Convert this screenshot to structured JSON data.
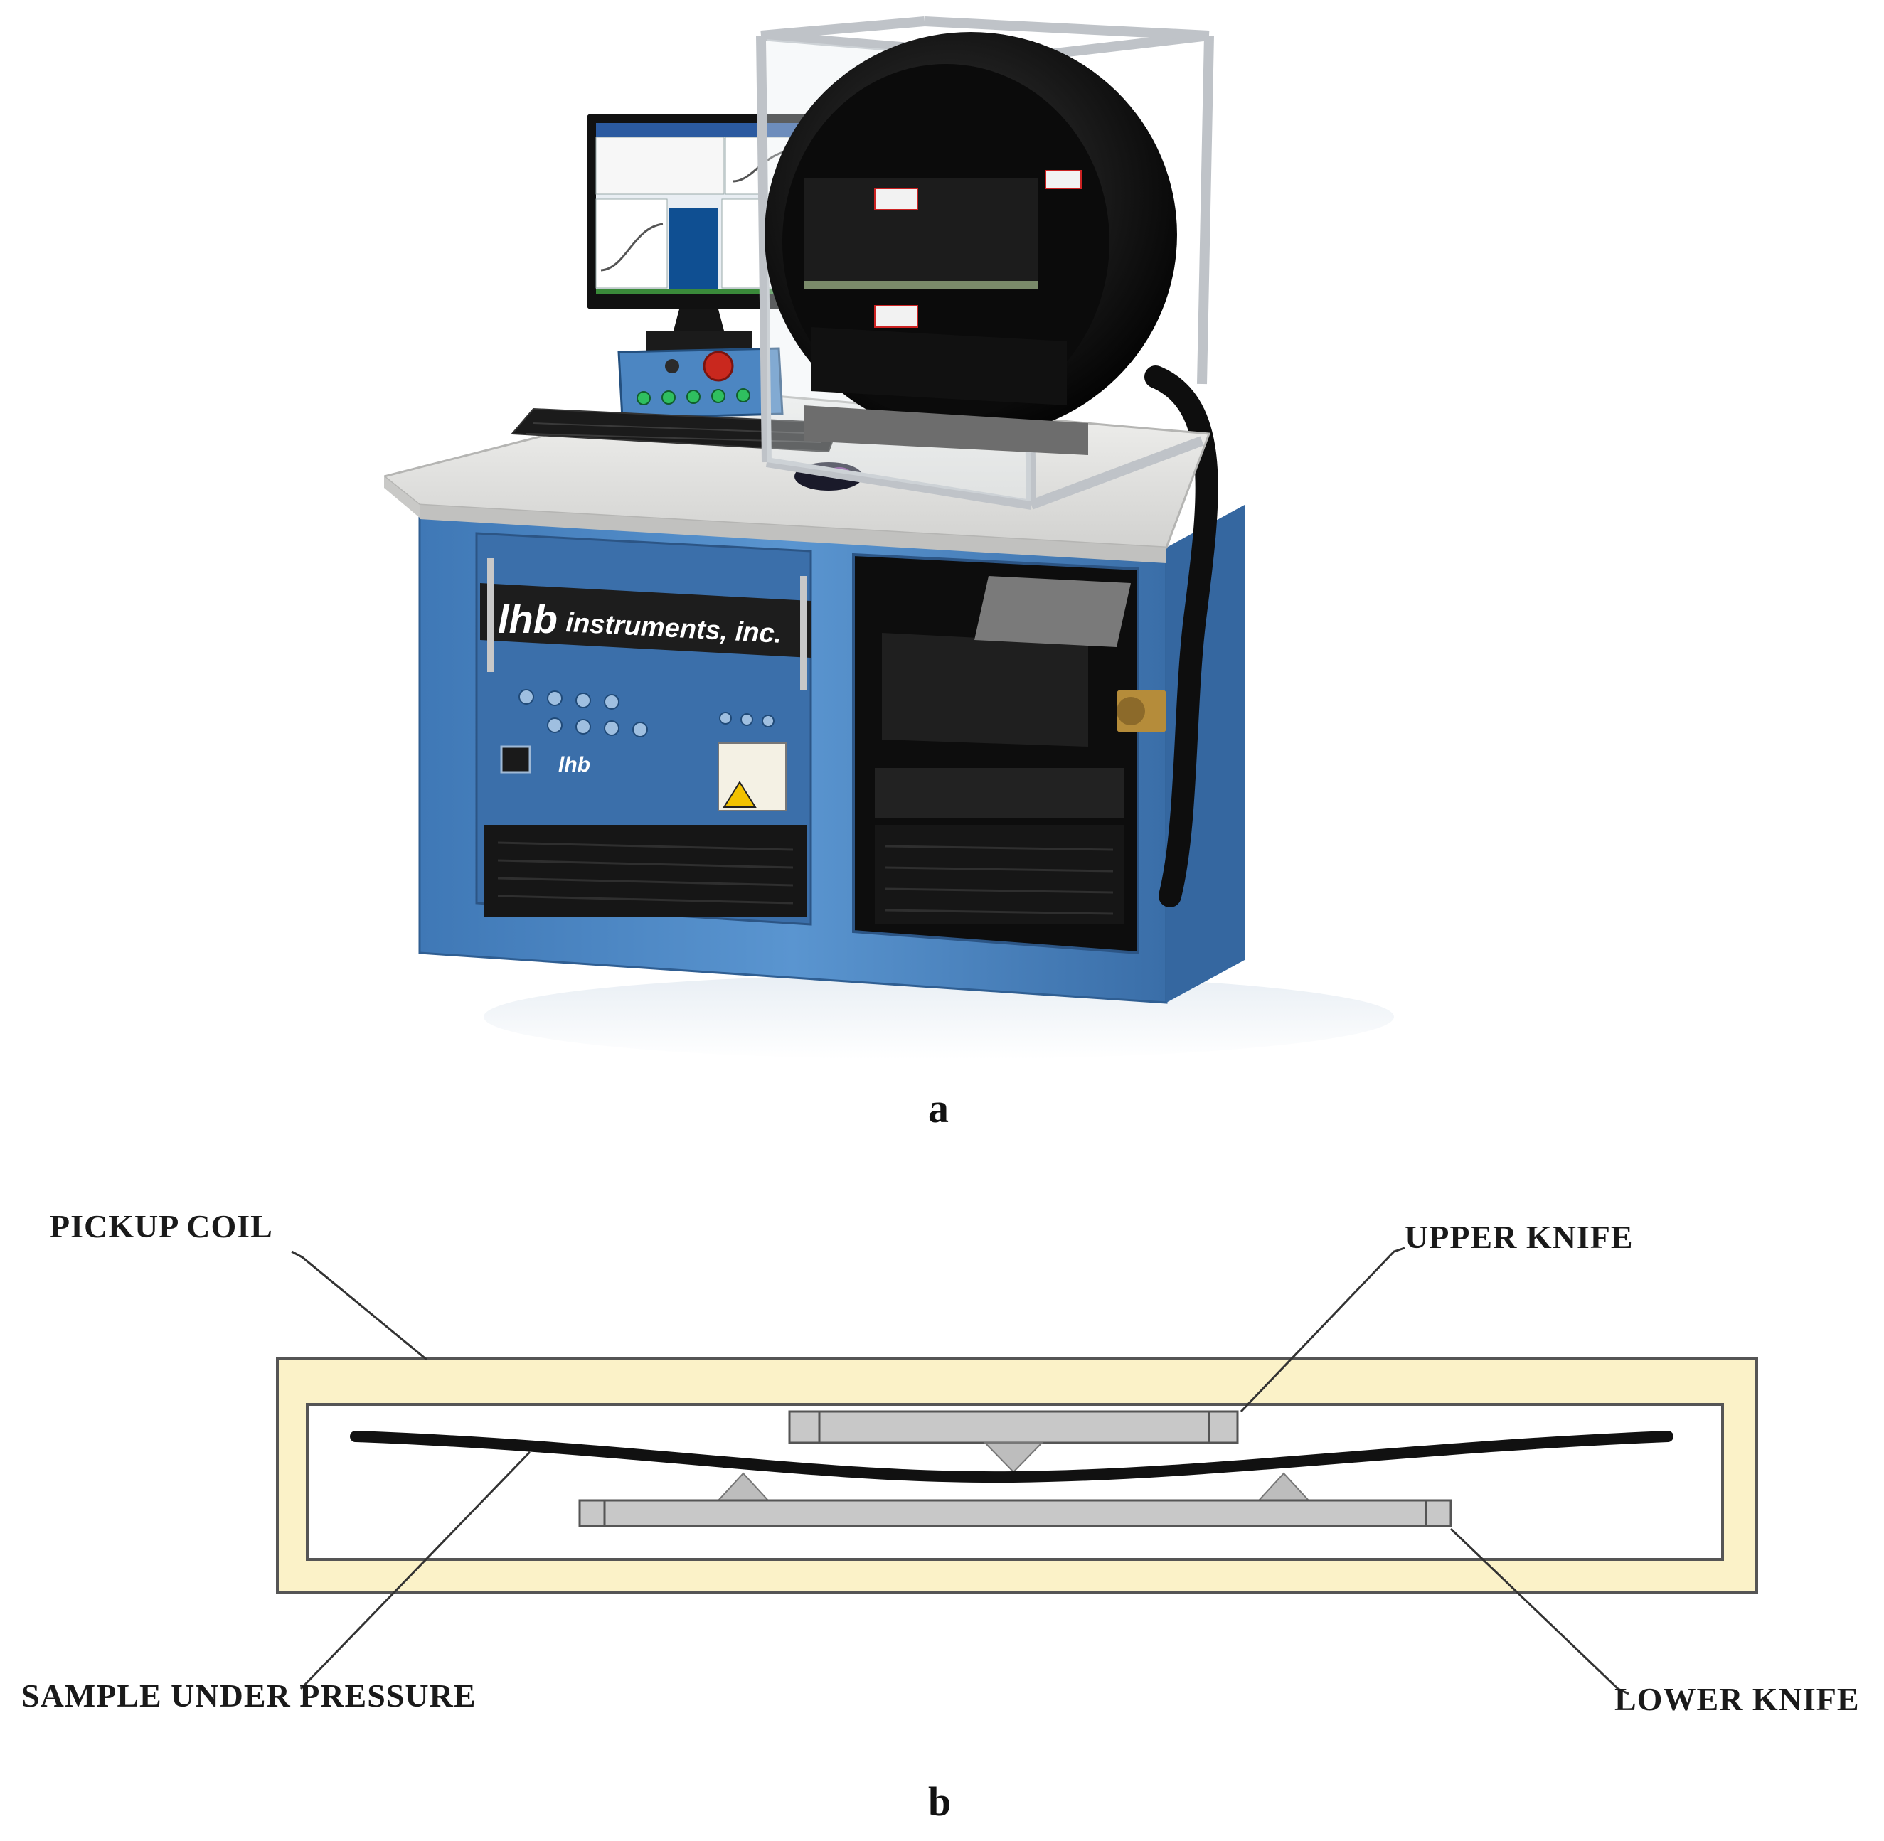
{
  "panels": {
    "a": {
      "label": "a",
      "brand_text": "instruments, inc.",
      "logo_text": "lhb"
    },
    "b": {
      "label": "b",
      "callouts": {
        "pickup_coil": "PICKUP COIL",
        "upper_knife": "UPPER KNIFE",
        "sample_under_pressure": "SAMPLE UNDER PRESSURE",
        "lower_knife": "LOWER KNIFE"
      }
    }
  },
  "colors": {
    "coil_fill": "#fbf2c8",
    "coil_stroke": "#555555",
    "knife_fill": "#c8c8c8",
    "sample": "#111111",
    "cabinet_blue": "#4a86c4",
    "tabletop": "#e4e4e2"
  }
}
